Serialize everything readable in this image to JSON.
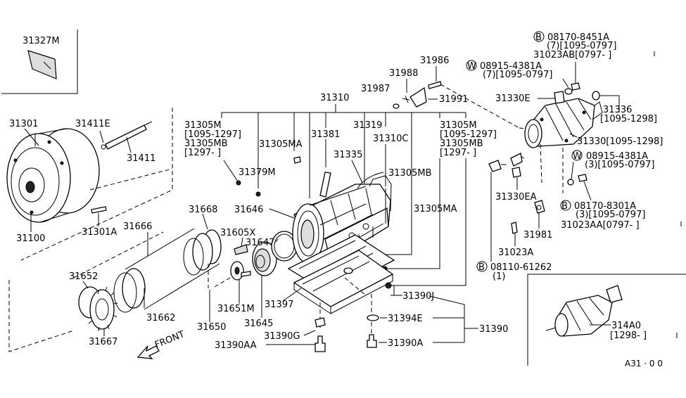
{
  "labels": {
    "p31327M": "31327M",
    "p31301": "31301",
    "p31411E": "31411E",
    "p31411": "31411",
    "p31100": "31100",
    "p31301A": "31301A",
    "p31668": "31668",
    "p31666": "31666",
    "p31605X": "31605X",
    "p31646": "31646",
    "p31647": "31647",
    "p31652": "31652",
    "p31667": "31667",
    "p31662": "31662",
    "p31650": "31650",
    "p31651M": "31651M",
    "p31645": "31645",
    "p31397": "31397",
    "p31390G": "31390G",
    "p31390AA": "31390AA",
    "front": "FRONT",
    "p31310": "31310",
    "p31305M_a": "31305M",
    "p31305M_a_date": "[1095-1297]",
    "p31305MB_a": "31305MB",
    "p31305MB_a_date": "[1297-    ]",
    "p31381": "31381",
    "p31305MA_a": "31305MA",
    "p31379M": "31379M",
    "p31319": "31319",
    "p31310C": "31310C",
    "p31335": "31335",
    "p31305MB_b": "31305MB",
    "p31986": "31986",
    "p31988": "31988",
    "p31987": "31987",
    "p31991": "31991",
    "p31305M_b": "31305M",
    "p31305M_b_date": "[1095-1297]",
    "p31305MB_c": "31305MB",
    "p31305MB_c_date": "[1297-    ]",
    "p31305MA_b": "31305MA",
    "p31390J": "31390J",
    "p31394E": "31394E",
    "p31390": "31390",
    "p31390A": "31390A",
    "b08170_8451A": "08170-8451A",
    "b08170_8451A_q": "(7)[1095-0797]",
    "p31023AB": "31023AB[0797-    ]",
    "w08915_4381A_a": "08915-4381A",
    "w08915_4381A_a_q": "(7)[1095-0797]",
    "p31330E": "31330E",
    "p31336": "31336",
    "p31336_date": "[1095-1298]",
    "p31330": "31330[1095-1298]",
    "w08915_4381A_b": "08915-4381A",
    "w08915_4381A_b_q": "(3)[1095-0797]",
    "p31330EA": "31330EA",
    "b08170_8301A": "08170-8301A",
    "b08170_8301A_q": "(3)[1095-0797]",
    "p31023AA": "31023AA[0797-    ]",
    "p31981": "31981",
    "p31023A": "31023A",
    "b08110_61262": "08110-61262",
    "b08110_61262_q": "(1)",
    "p314A0": "314A0",
    "p314A0_date": "[1298-    ]",
    "fig_code": "A31 · 0 0"
  },
  "marks": {
    "circled_b": "B",
    "circled_w": "W"
  }
}
